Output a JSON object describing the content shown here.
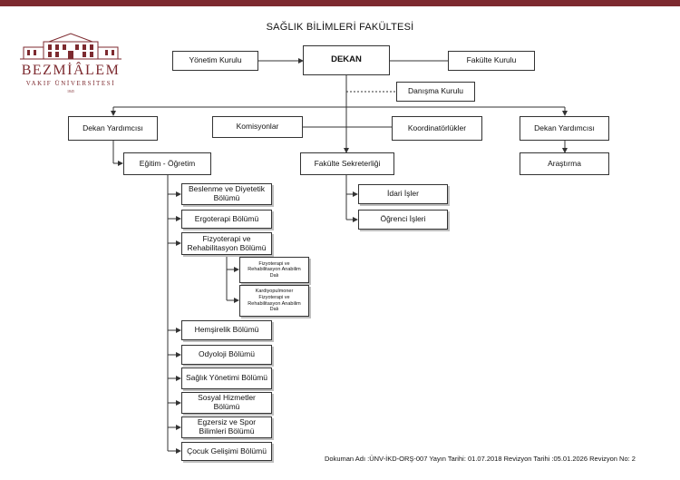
{
  "header": {
    "title": "SAĞLIK BİLİMLERİ FAKÜLTESİ"
  },
  "logo": {
    "name": "BEZMİÂLEM",
    "subtitle": "VAKIF ÜNİVERSİTESİ",
    "year": "1845"
  },
  "org": {
    "dean": "DEKAN",
    "board": "Yönetim Kurulu",
    "faculty_board": "Fakülte Kurulu",
    "advisory": "Danışma Kurulu",
    "vice_dean_left": "Dekan Yardımcısı",
    "vice_dean_right": "Dekan Yardımcısı",
    "commissions": "Komisyonlar",
    "coordinators": "Koordinatörlükler",
    "education": "Eğitim - Öğretim",
    "secretary": "Fakülte Sekreterliği",
    "research": "Araştırma",
    "admin_affairs": "İdari İşler",
    "student_affairs": "Öğrenci İşleri",
    "departments": [
      "Beslenme ve Diyetetik Bölümü",
      "Ergoterapi Bölümü",
      "Fizyoterapi ve Rehabilitasyon Bölümü",
      "Hemşirelik Bölümü",
      "Odyoloji Bölümü",
      "Sağlık Yönetimi Bölümü",
      "Sosyal Hizmetler Bölümü",
      "Egzersiz ve Spor Bilimleri Bölümü",
      "Çocuk Gelişimi Bölümü"
    ],
    "subdepartments": [
      "Fizyoterapi ve Rehabilitasyon Anabilim Dalı",
      "Kardiyopulmoner Fizyoterapi ve Rehabilitasyon Anabilim Dalı"
    ]
  },
  "footer": {
    "text": "Dokuman Adı :ÜNV-İKD-ORŞ-007 Yayın Tarihi: 01.07.2018 Revizyon Tarihi :05.01.2026 Revizyon No: 2"
  }
}
